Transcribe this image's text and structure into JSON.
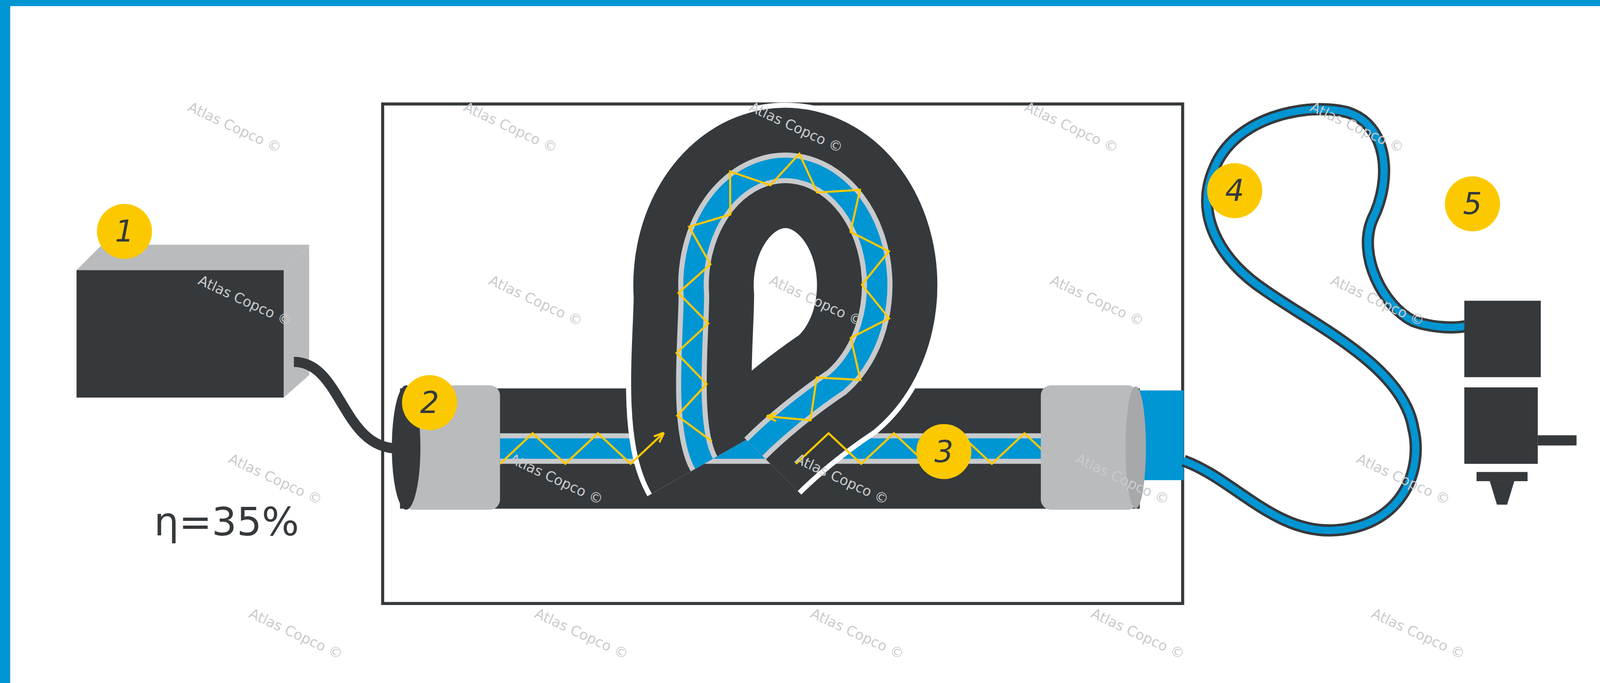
{
  "diagram": {
    "labels": [
      "1",
      "2",
      "3",
      "4",
      "5",
      "η=35%",
      "Atlas Copco ©",
      "Atlas Copco ©",
      "Atlas Copco ©",
      "Atlas Copco ©",
      "Atlas Copco ©",
      "Atlas Copco ©",
      "Atlas Copco ©",
      "Atlas Copco ©",
      "Atlas Copco ©",
      "Atlas Copco ©",
      "Atlas Copco ©",
      "Atlas Copco ©",
      "Atlas Copco ©",
      "Atlas Copco ©",
      "Atlas Copco ©",
      "Atlas Copco ©",
      "Atlas Copco ©",
      "Atlas Copco ©",
      "Atlas Copco ©",
      "Atlas Copco ©"
    ]
  }
}
